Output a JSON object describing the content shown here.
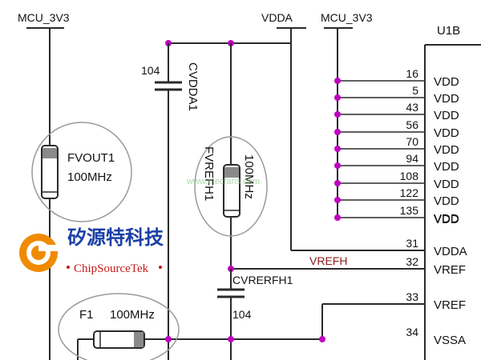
{
  "nets": {
    "mcu_3v3_left": "MCU_3V3",
    "vdda": "VDDA",
    "mcu_3v3_right": "MCU_3V3",
    "vrefh": "VREFH"
  },
  "chip": {
    "ref": "U1B",
    "pins": [
      {
        "num": "16",
        "name": "VDD"
      },
      {
        "num": "5",
        "name": "VDD"
      },
      {
        "num": "43",
        "name": "VDD"
      },
      {
        "num": "56",
        "name": "VDD"
      },
      {
        "num": "70",
        "name": "VDD"
      },
      {
        "num": "94",
        "name": "VDD"
      },
      {
        "num": "108",
        "name": "VDD"
      },
      {
        "num": "122",
        "name": "VDD"
      },
      {
        "num": "135",
        "name": "VDD"
      },
      {
        "num": "",
        "name": "VDD"
      },
      {
        "num": "31",
        "name": "VDDA"
      },
      {
        "num": "32",
        "name": "VREF"
      },
      {
        "num": "33",
        "name": "VREF"
      },
      {
        "num": "34",
        "name": "VSSA"
      }
    ]
  },
  "components": {
    "cvdda1": {
      "ref": "CVDDA1",
      "value": "104"
    },
    "fvout1": {
      "ref": "FVOUT1",
      "value": "100MHz"
    },
    "fvrefh1": {
      "ref": "FVREFH1",
      "value": "100MHz"
    },
    "cvrerfh1": {
      "ref": "CVRERFH1",
      "value": "104"
    },
    "f1": {
      "ref": "F1",
      "value": "100MHz"
    }
  },
  "watermark": {
    "url": "www.elecfans.com",
    "brand_cn": "矽源特科技",
    "brand_en": "ChipSourceTek"
  },
  "colors": {
    "wire": "#2a2a2a",
    "junction": "#c000c0",
    "vrefh_label": "#8b1a1a",
    "logo_orange": "#f08a00",
    "brand_blue": "#1a3fa6",
    "brand_red": "#c81818"
  }
}
